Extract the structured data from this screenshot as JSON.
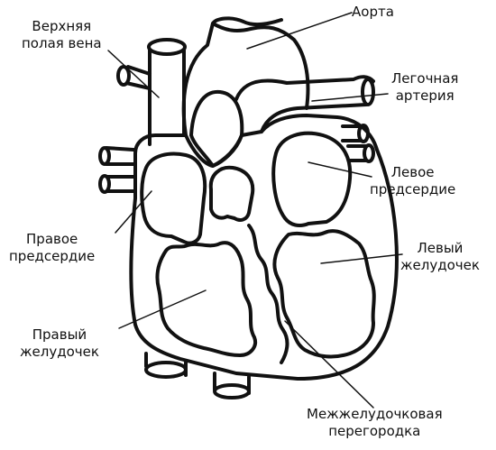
{
  "labels": {
    "superior_vena_cava": [
      "Верхняя",
      "полая вена"
    ],
    "aorta": [
      "Аорта"
    ],
    "pulmonary_artery": [
      "Легочная",
      "артерия"
    ],
    "left_atrium": [
      "Левое",
      "предсердие"
    ],
    "right_atrium": [
      "Правое",
      "предсердие"
    ],
    "left_ventricle": [
      "Левый",
      "желудочек"
    ],
    "right_ventricle": [
      "Правый",
      "желудочек"
    ],
    "septum": [
      "Межжелудочковая",
      "перегородка"
    ]
  },
  "colors": {
    "line": "#111111",
    "fill": "#ffffff"
  }
}
